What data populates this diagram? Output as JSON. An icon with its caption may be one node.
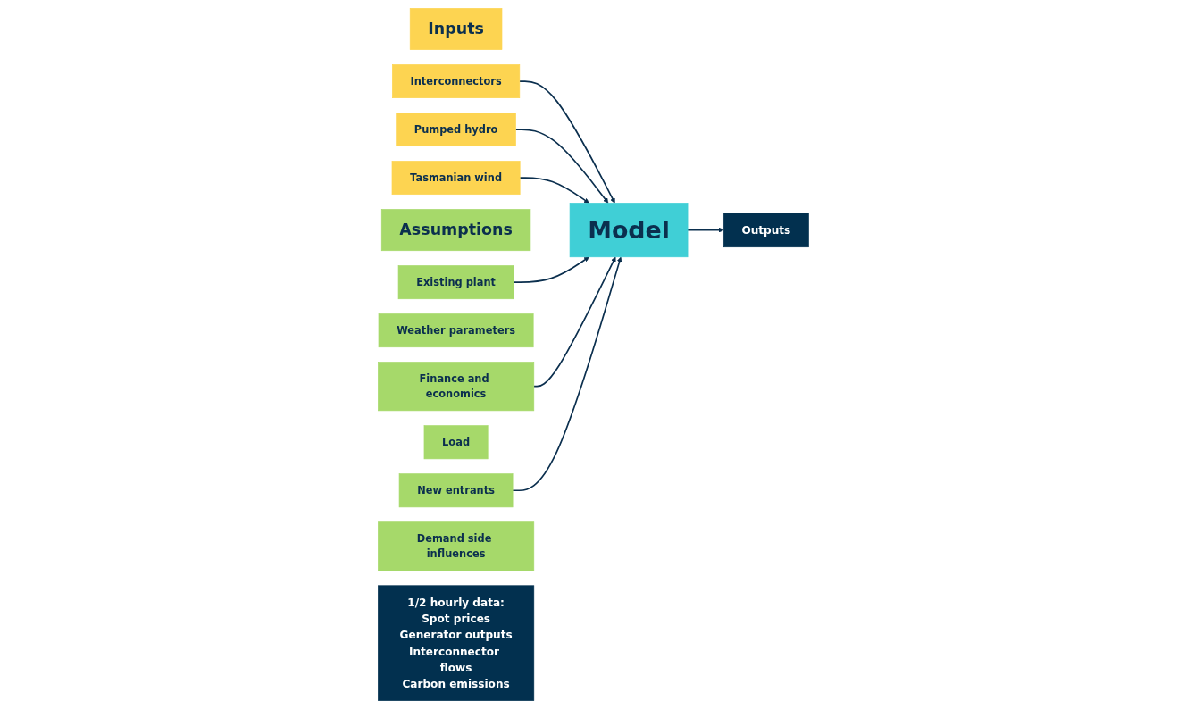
{
  "diagram": {
    "nodes": [
      {
        "text": [
          "Inputs"
        ]
      },
      {
        "text": [
          "Interconnectors"
        ]
      },
      {
        "text": [
          "Pumped hydro"
        ]
      },
      {
        "text": [
          "Tasmanian wind"
        ]
      },
      {
        "text": [
          "Assumptions"
        ]
      },
      {
        "text": [
          "Existing plant"
        ]
      },
      {
        "text": [
          "Weather parameters"
        ]
      },
      {
        "text": [
          "Finance and economics"
        ]
      },
      {
        "text": [
          "Load"
        ]
      },
      {
        "text": [
          "New entrants"
        ]
      },
      {
        "text": [
          "Demand side influences"
        ]
      },
      {
        "text": [
          "Model"
        ]
      },
      {
        "text": [
          "Outputs"
        ]
      },
      {
        "text": [
          "1/2 hourly data:",
          "Spot prices",
          "Generator outputs",
          "Interconnector flows",
          "Carbon emissions"
        ]
      }
    ],
    "edges": [
      {
        "from": 1,
        "to": 11,
        "arrow": "to"
      },
      {
        "from": 2,
        "to": 11,
        "arrow": "to"
      },
      {
        "from": 3,
        "to": 11,
        "arrow": "to"
      },
      {
        "from": 5,
        "to": 11,
        "arrow": "to"
      },
      {
        "from": 7,
        "to": 11,
        "arrow": "to"
      },
      {
        "from": 9,
        "to": 11,
        "arrow": "to"
      },
      {
        "from": 11,
        "to": 12,
        "arrow": "to"
      }
    ]
  }
}
